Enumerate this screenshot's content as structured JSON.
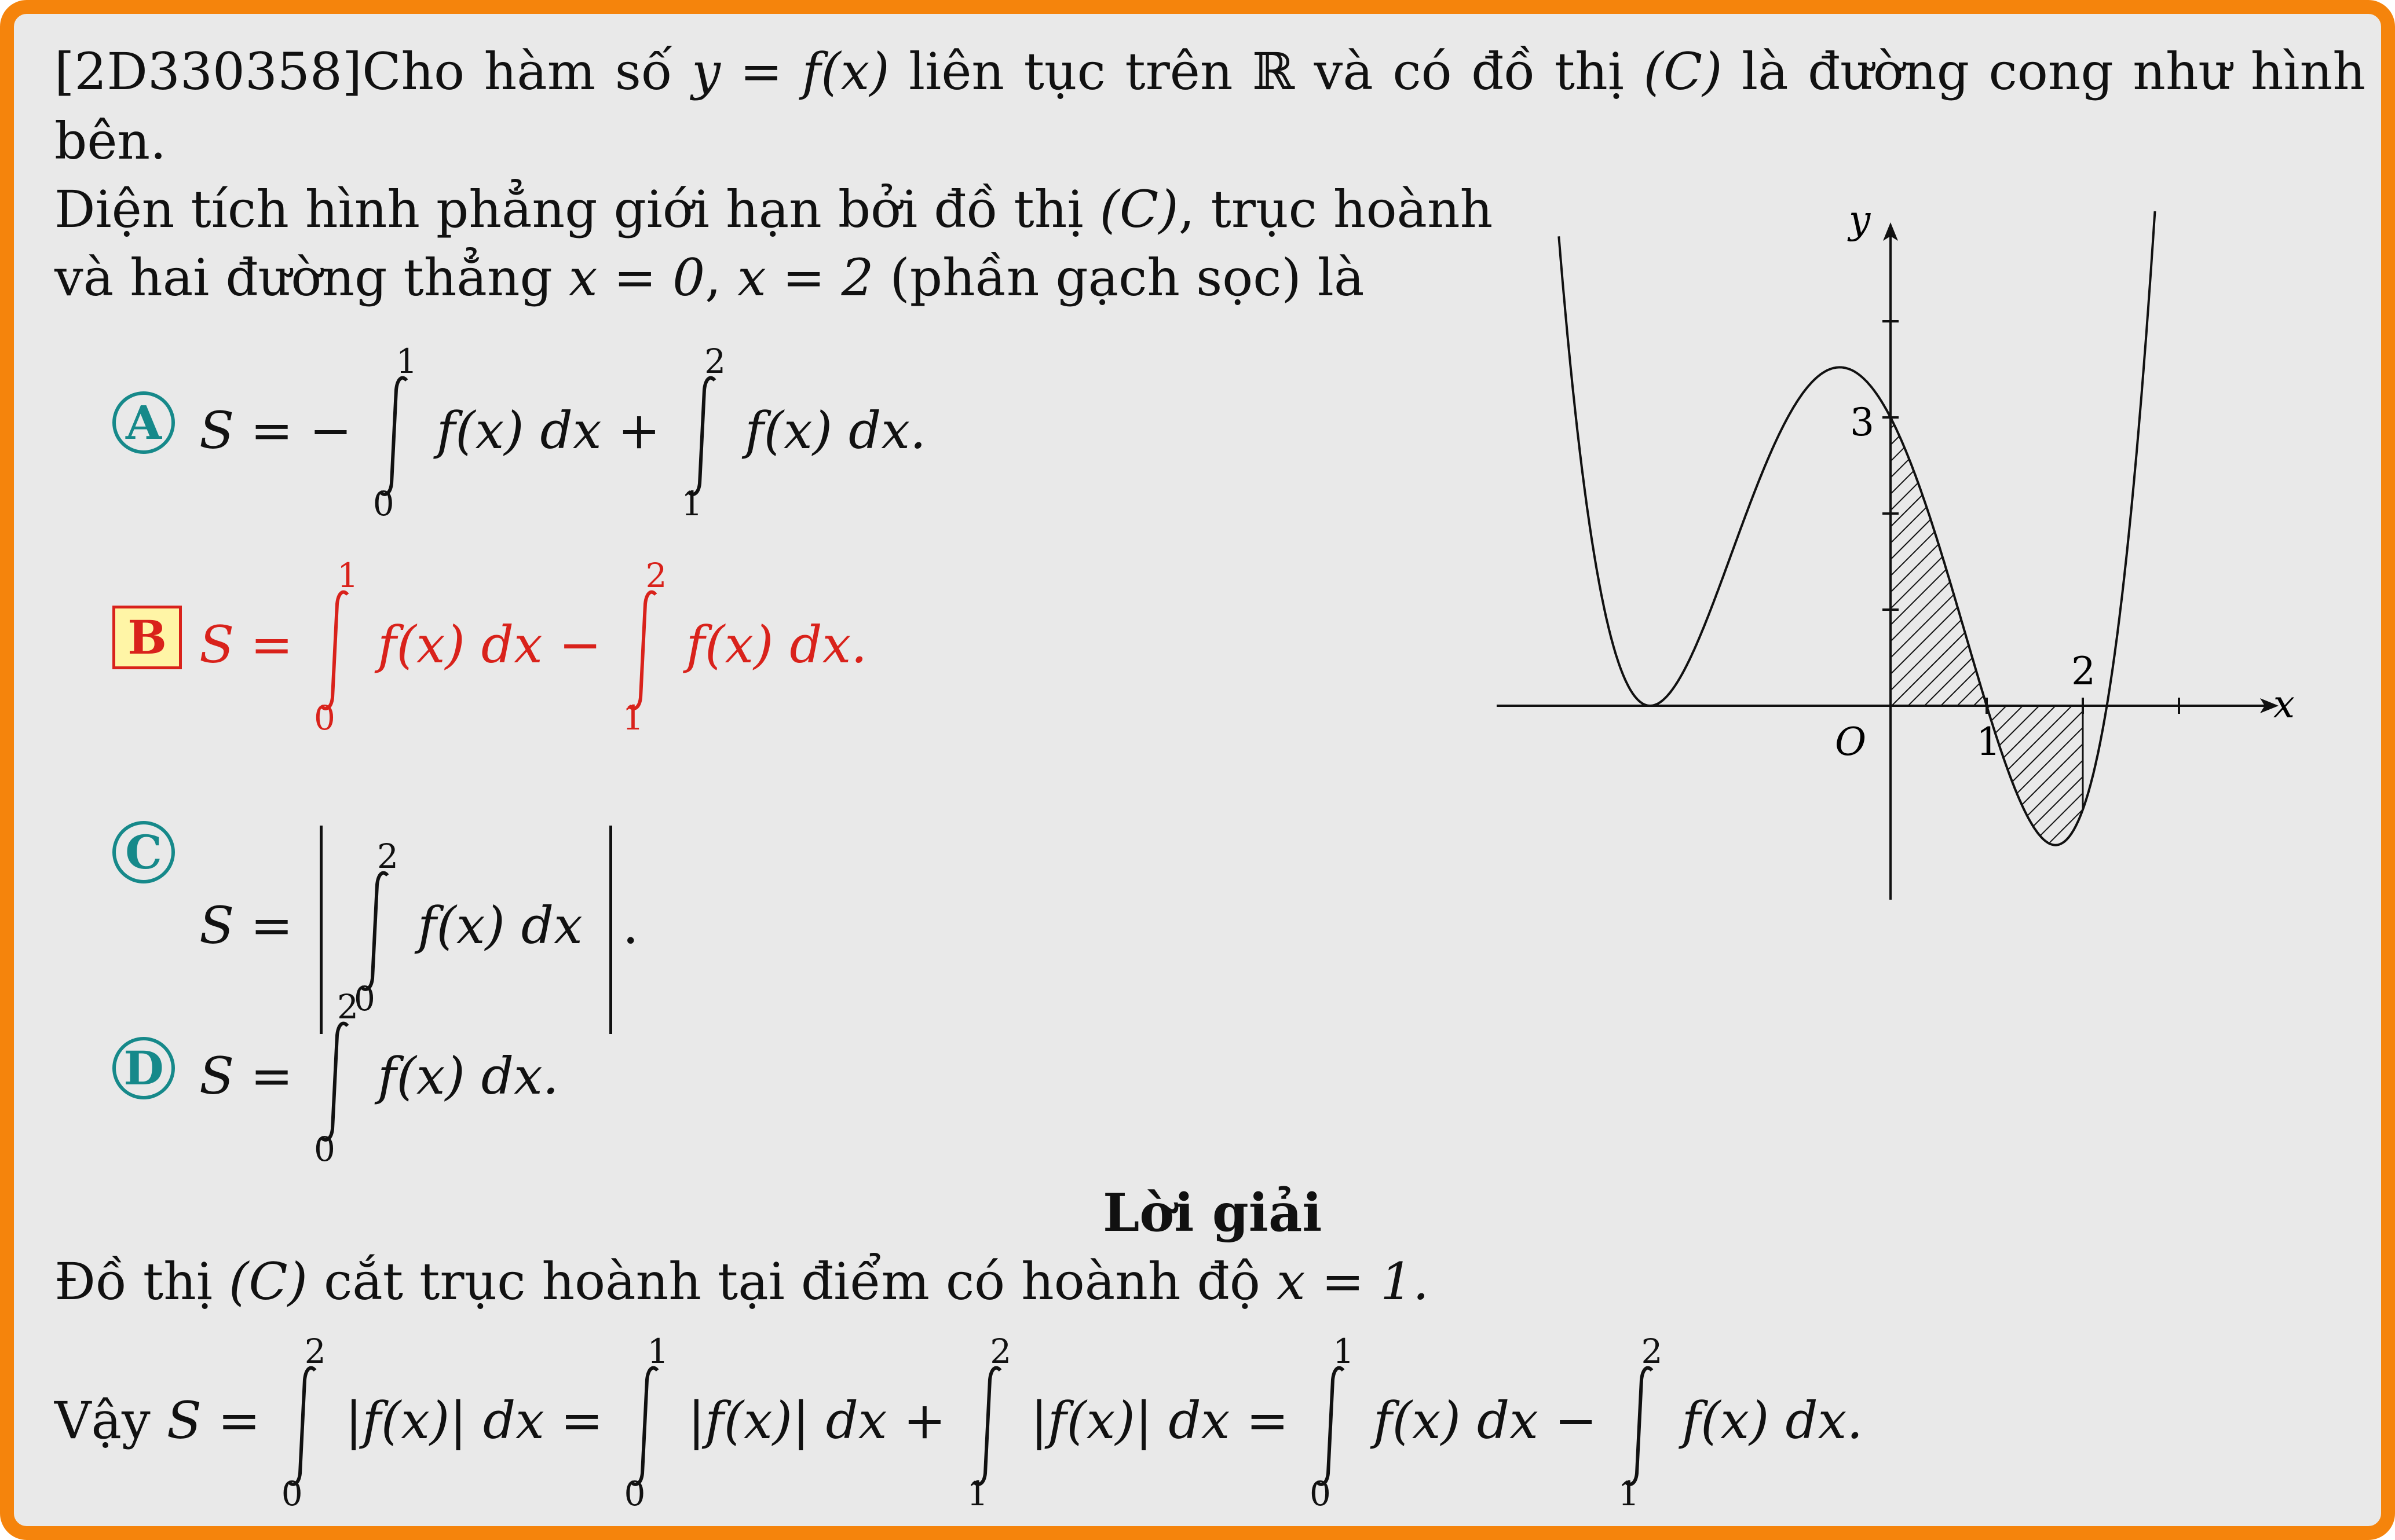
{
  "problem": {
    "id": "[2D330358]",
    "line1_a": "Cho hàm số",
    "y": "y",
    "eq": "=",
    "fx": "f(x)",
    "line1_b": "liên tục trên ℝ và có đồ thị",
    "C": "(C)",
    "line1_c": "là đường cong như hình",
    "line2": "bên.",
    "line3_a": "Diện tích hình phẳng giới hạn bởi đồ thị",
    "line3_b": ", trục hoành",
    "line4_a": "và hai đường thẳng",
    "x0": "x = 0",
    "comma": ",",
    "x2": "x = 2",
    "line4_b": "(phần gạch sọc) là"
  },
  "options": [
    {
      "letter": "A",
      "correct": false,
      "lhs": "S = −",
      "t1": "f(x) dx +",
      "t2": "f(x) dx.",
      "l1": "0",
      "u1": "1",
      "l2": "1",
      "u2": "2"
    },
    {
      "letter": "B",
      "correct": true,
      "lhs": "S =",
      "t1": "f(x) dx −",
      "t2": "f(x) dx.",
      "l1": "0",
      "u1": "1",
      "l2": "1",
      "u2": "2"
    },
    {
      "letter": "C",
      "correct": false,
      "lhs": "S =",
      "t1": "f(x) dx",
      "end": ".",
      "l1": "0",
      "u1": "2"
    },
    {
      "letter": "D",
      "correct": false,
      "lhs": "S =",
      "t1": "f(x) dx.",
      "l1": "0",
      "u1": "2"
    }
  ],
  "solution": {
    "heading": "Lời giải",
    "line1_a": "Đồ thị",
    "C": "(C)",
    "line1_b": "cắt trục hoành tại điểm có hoành độ",
    "x1": "x = 1.",
    "vay": "Vậy",
    "s": "S =",
    "abs": "|f(x)| dx =",
    "abs2": "|f(x)| dx +",
    "abs3": "|f(x)| dx =",
    "f1": "f(x) dx −",
    "f2": "f(x) dx.",
    "b": {
      "l0": "0",
      "u2": "2",
      "u1": "1",
      "l1": "1"
    }
  },
  "graph": {
    "xlabel": "x",
    "ylabel": "y",
    "origin": "O",
    "label_1": "1",
    "label_2": "2",
    "label_3": "3"
  },
  "colors": {
    "border": "#f5840c",
    "background": "#e9e9e9",
    "badge": "#16898a",
    "correct": "#d9221b",
    "correct_fill": "#fff5a6"
  }
}
